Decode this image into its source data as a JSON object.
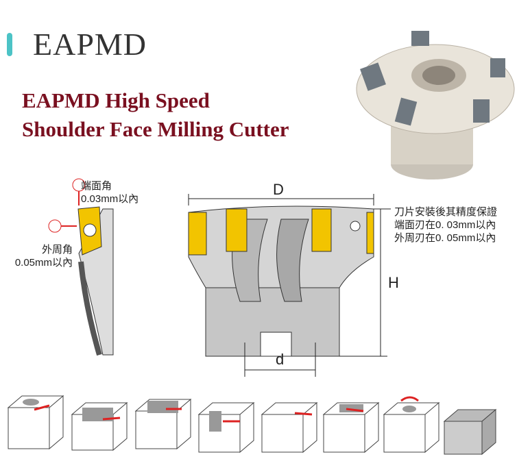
{
  "header": {
    "title": "EAPMD",
    "subtitle_line1": "EAPMD High Speed",
    "subtitle_line2": "Shoulder Face Milling Cutter"
  },
  "accent_color": "#4cc3c6",
  "subtitle_color": "#7a1020",
  "insert_color": "#f2c400",
  "insert_detail": {
    "end_face_label": "端面角",
    "end_face_value": "0.03mm以內",
    "periphery_label": "外周角",
    "periphery_value": "0.05mm以內"
  },
  "cutter_drawing": {
    "dim_D": "D",
    "dim_H": "H",
    "dim_d": "d"
  },
  "accuracy_note": {
    "line1": "刀片安裝後其精度保證",
    "line2": "端面刃在0. 03mm以內",
    "line3": "外周刃在0. 05mm以內"
  },
  "applications": [
    "shoulder-milling",
    "slotting-step",
    "step-milling",
    "pocket-side-milling",
    "keyhole-slotting",
    "slot-milling",
    "helical-boring",
    "face-milling"
  ]
}
